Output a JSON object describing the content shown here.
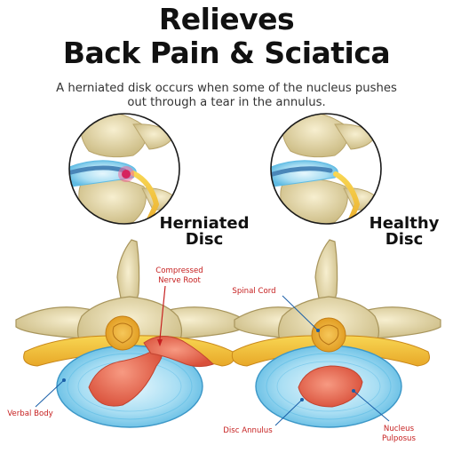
{
  "header": {
    "title_line1": "Relieves",
    "title_line2": "Back Pain & Sciatica",
    "subtitle_line1": "A herniated disk occurs when some of the nucleus pushes",
    "subtitle_line2": "out through a tear in the annulus."
  },
  "captions": {
    "herniated_line1": "Herniated",
    "herniated_line2": "Disc",
    "healthy_line1": "Healthy",
    "healthy_line2": "Disc"
  },
  "labels": {
    "compressed_line1": "Compressed",
    "compressed_line2": "Nerve Root",
    "spinal_cord": "Spinal Cord",
    "verbal_body": "Verbal Body",
    "disc_annulus": "Disc Annulus",
    "nucleus_line1": "Nucleus",
    "nucleus_line2": "Pulposus"
  },
  "colors": {
    "bone": "#e8dcb0",
    "disc_blue": "#8fd3f0",
    "nucleus": "#e8705a",
    "nerve": "#f3c53a",
    "label_red": "#c62020",
    "leader_blue": "#1a5fa8"
  }
}
